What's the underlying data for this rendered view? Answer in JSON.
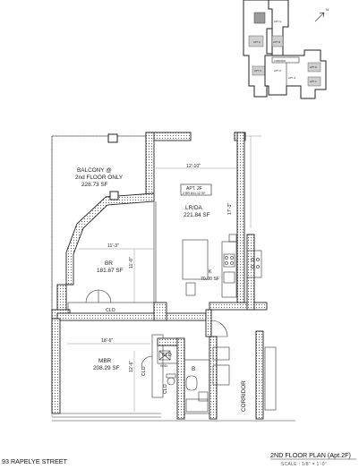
{
  "rooms": {
    "balcony_title": "BALCONY @",
    "balcony_note": "2nd FLOOR ONLY",
    "balcony_area": "228.73 SF",
    "lrda_name": "LR/DA",
    "lrda_area": "221.84 SF",
    "br_name": "BR",
    "br_area": "181.67 SF",
    "k_name": "K",
    "k_area": "70.00 SF",
    "mbr_name": "MBR",
    "mbr_area": "208.29 SF",
    "bath_name": "B",
    "clo_1": "CLO",
    "clo_2": "CLO",
    "clo_3": "CLO",
    "clo_4": "CLO",
    "wd": "W/D",
    "corridor": "CORRIDOR"
  },
  "apartment_tag": {
    "apt": "APT. 2F",
    "area": "2 BR 841.12 SF"
  },
  "dimensions": {
    "lrda_width": "12'-10\"",
    "lrda_depth": "17'-3\"",
    "br_width": "11'-3\"",
    "br_depth": "11'-0\"",
    "mbr_width": "18'-6\"",
    "mbr_depth": "12'-6\""
  },
  "key_plan": {
    "units": [
      "APT. A",
      "APT. B",
      "APT. C",
      "APT. D",
      "APT. E",
      "APT. F",
      "APT. G",
      "APT. H"
    ],
    "corridor": "CORRIDOR",
    "north_label": "N"
  },
  "footer": {
    "address": "93 RAPELYE STREET",
    "plan_title": "2ND FLOOR PLAN (Apt.2F)",
    "scale": "SCALE : 1/8\" = 1'-0\""
  }
}
